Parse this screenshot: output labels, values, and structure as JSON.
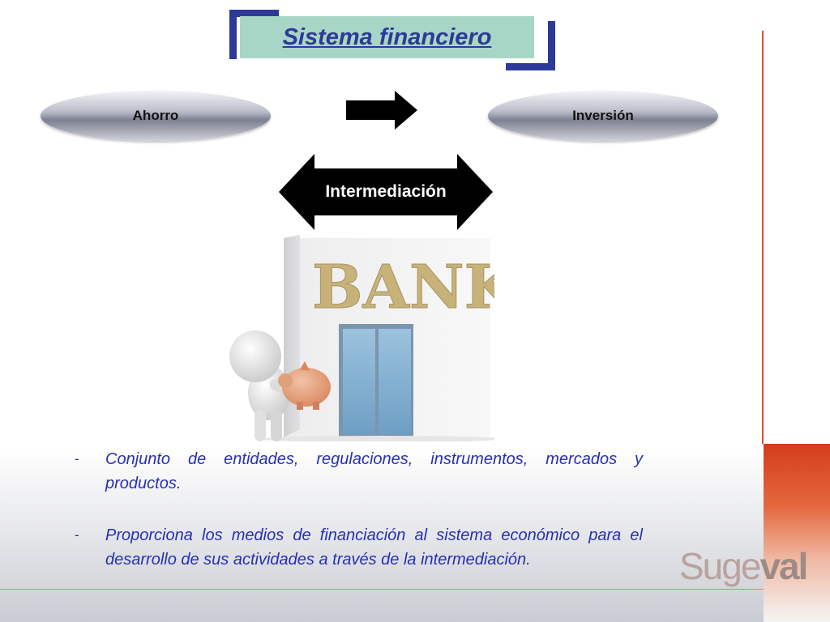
{
  "title": "Sistema financiero",
  "flow": {
    "left_label": "Ahorro",
    "right_label": "Inversión",
    "intermediary_label": "Intermediación"
  },
  "illustration": {
    "sign_text": "BANK"
  },
  "bullets": [
    {
      "marker": "-",
      "text": "Conjunto de entidades, regulaciones, instrumentos, mercados y productos."
    },
    {
      "marker": "-",
      "text": "Proporciona los medios de financiación al sistema económico para el desarrollo de sus actividades a través de la intermediación."
    }
  ],
  "logo": {
    "part1": "Suge",
    "part2": "val"
  },
  "colors": {
    "title_blue": "#2d3a9a",
    "title_bg": "#a8d6c6",
    "bullet_blue": "#2630b3",
    "accent_red": "#d43c1c"
  }
}
